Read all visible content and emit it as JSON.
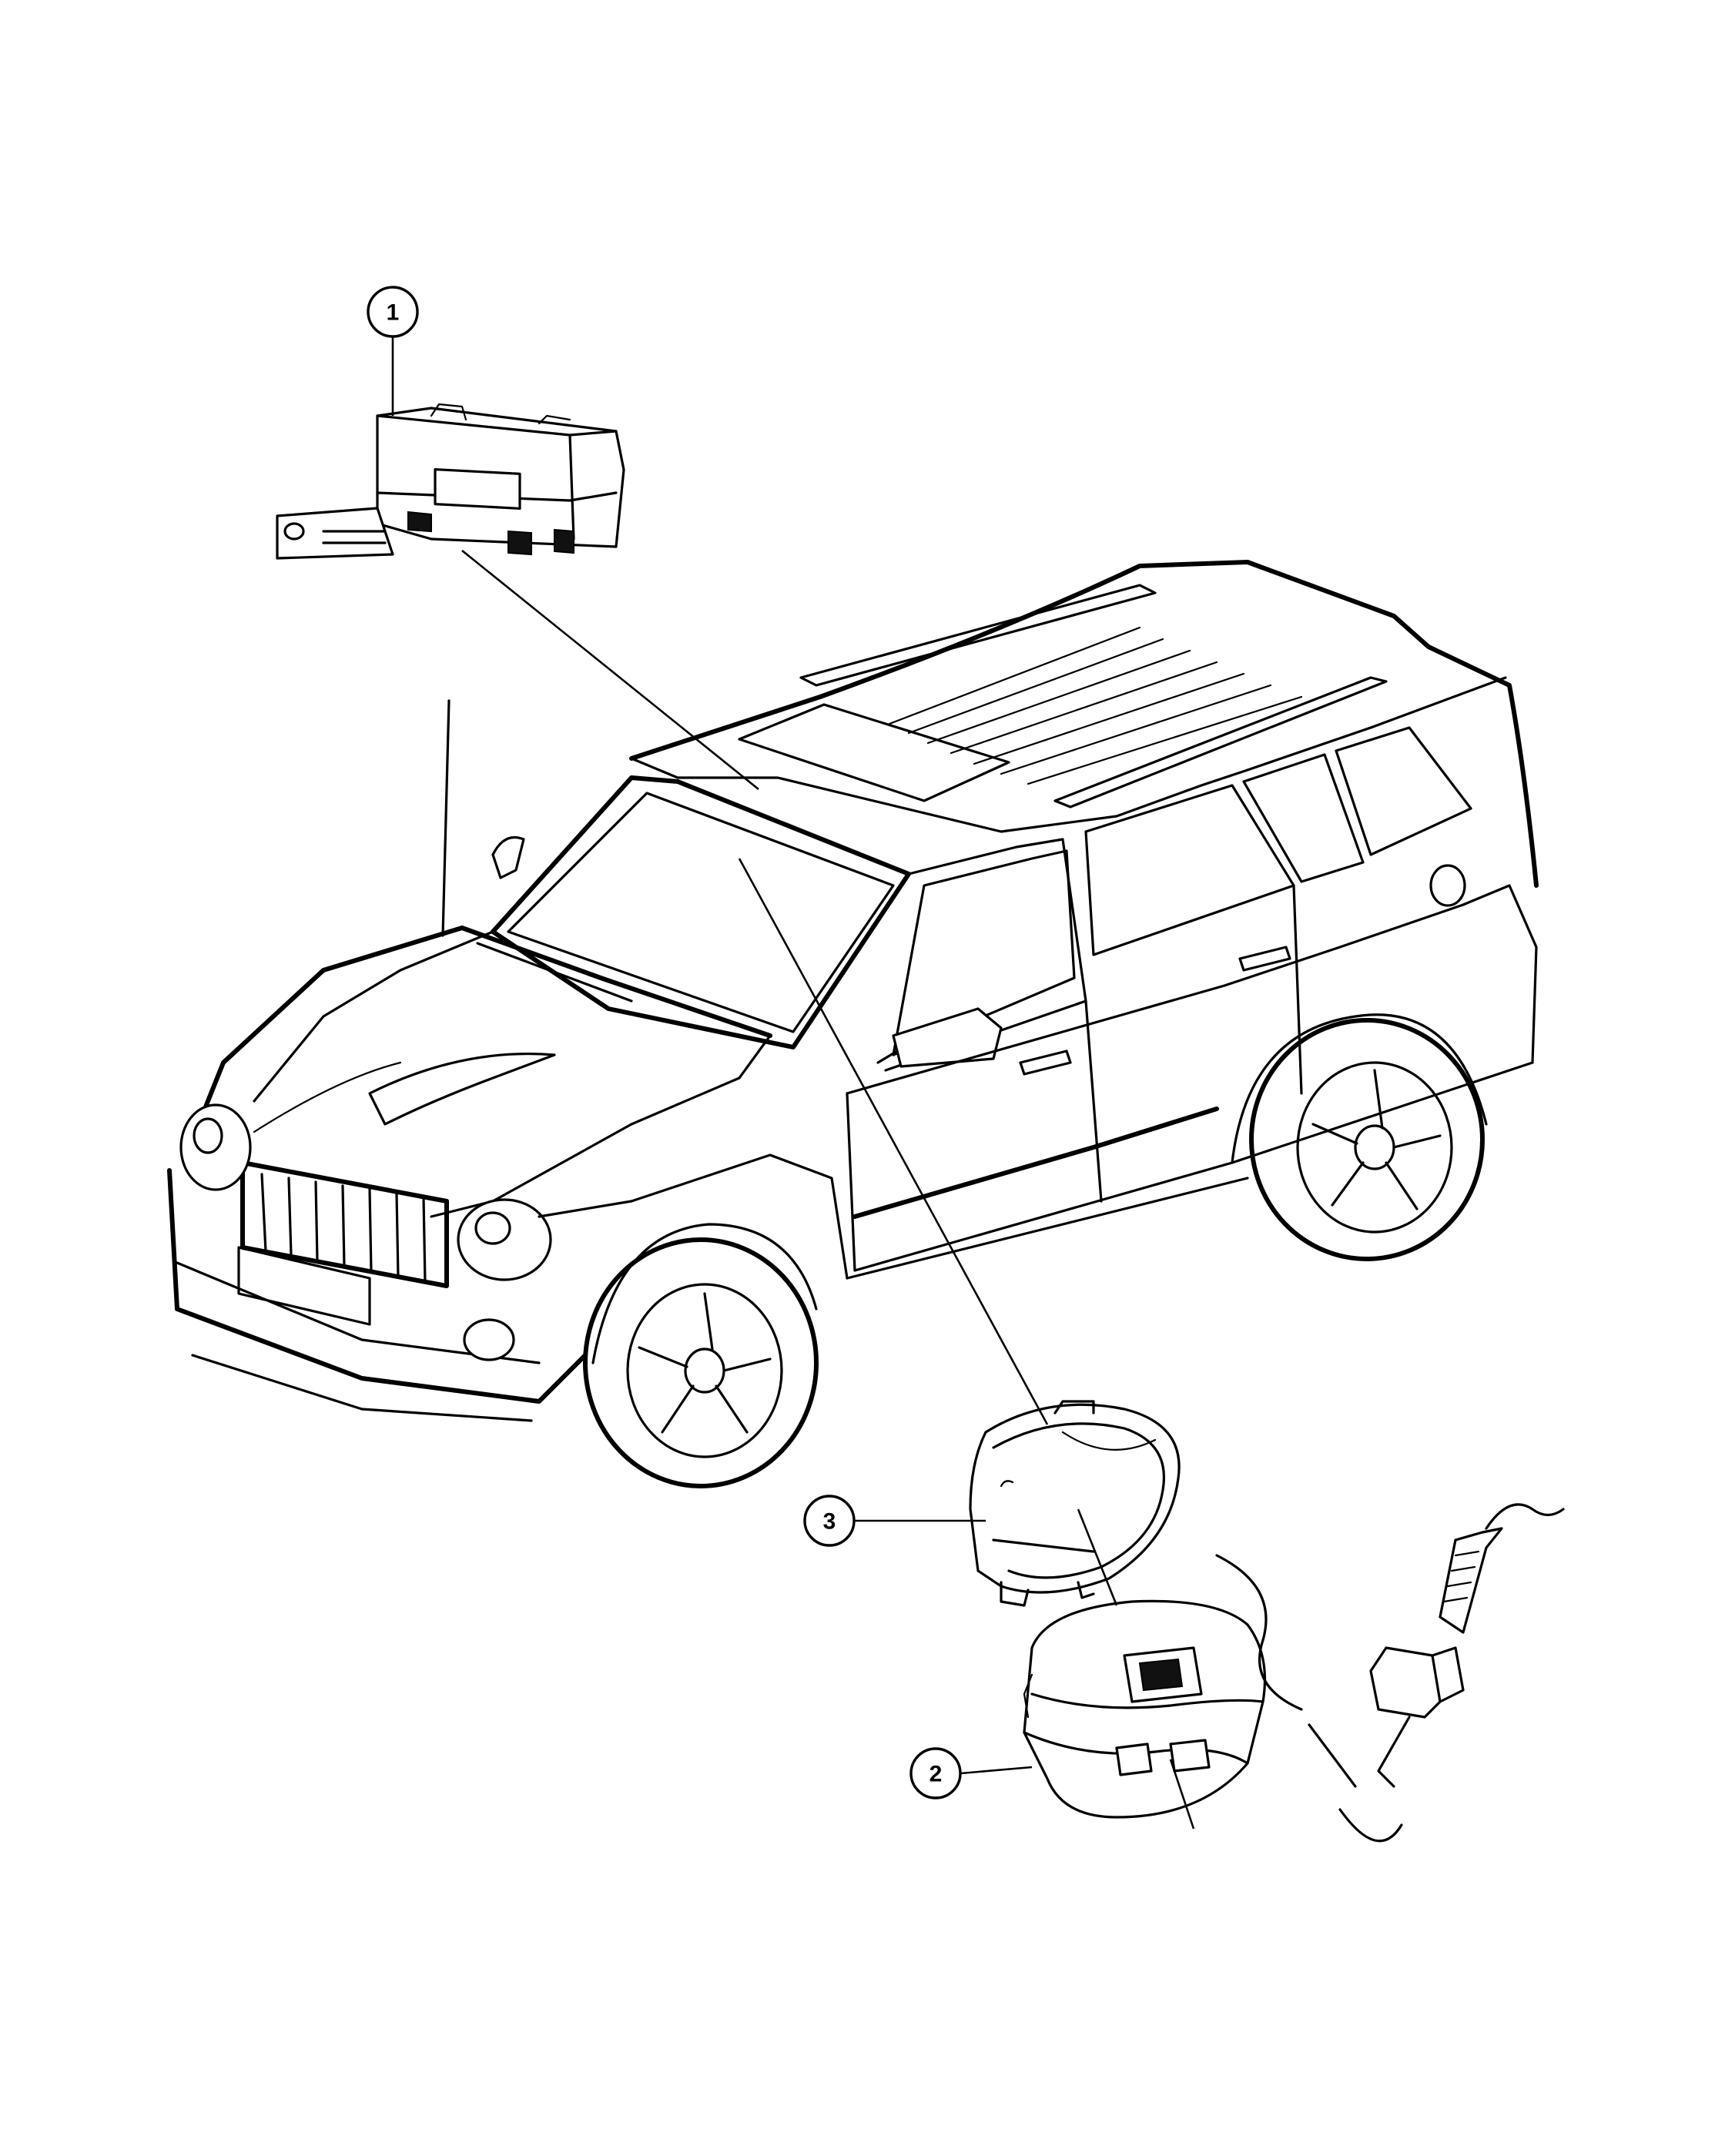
{
  "diagram": {
    "callouts": [
      {
        "id": "callout-1",
        "label": "1"
      },
      {
        "id": "callout-2",
        "label": "2"
      },
      {
        "id": "callout-3",
        "label": "3"
      }
    ],
    "parts": [
      {
        "callout": "1",
        "icon": "control-module-icon"
      },
      {
        "callout": "2",
        "icon": "rain-sensor-icon"
      },
      {
        "callout": "3",
        "icon": "sensor-cover-icon"
      }
    ],
    "vehicle": {
      "icon": "suv-vehicle-icon"
    },
    "colors": {
      "line": "#000000",
      "background": "#ffffff"
    }
  }
}
